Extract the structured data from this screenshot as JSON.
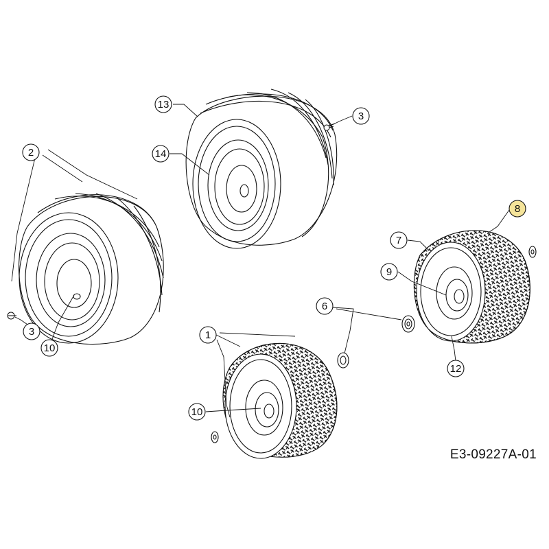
{
  "drawing_id": "E3-09227A-01",
  "highlight_color": "#f5e49a",
  "line_color": "#111111",
  "callouts": [
    {
      "key": "c13",
      "label": "13",
      "highlighted": false
    },
    {
      "key": "c3a",
      "label": "3",
      "highlighted": false
    },
    {
      "key": "c2",
      "label": "2",
      "highlighted": false
    },
    {
      "key": "c14",
      "label": "14",
      "highlighted": false
    },
    {
      "key": "c8",
      "label": "8",
      "highlighted": true
    },
    {
      "key": "c7",
      "label": "7",
      "highlighted": false
    },
    {
      "key": "c9",
      "label": "9",
      "highlighted": false
    },
    {
      "key": "c6",
      "label": "6",
      "highlighted": false
    },
    {
      "key": "c3b",
      "label": "3",
      "highlighted": false
    },
    {
      "key": "c10a",
      "label": "10",
      "highlighted": false
    },
    {
      "key": "c1",
      "label": "1",
      "highlighted": false
    },
    {
      "key": "c12",
      "label": "12",
      "highlighted": false
    },
    {
      "key": "c10b",
      "label": "10",
      "highlighted": false
    }
  ],
  "parts": [
    {
      "key": "tire-smooth-left",
      "icon": "smooth-tire-wheel-icon"
    },
    {
      "key": "tire-smooth-top",
      "icon": "smooth-tire-wheel-icon"
    },
    {
      "key": "tire-tread-right",
      "icon": "tread-tire-wheel-icon"
    },
    {
      "key": "tire-tread-bottom",
      "icon": "tread-tire-wheel-icon"
    },
    {
      "key": "washer",
      "icon": "washer-icon"
    },
    {
      "key": "bushing",
      "icon": "bushing-icon"
    },
    {
      "key": "valve-stem",
      "icon": "valve-stem-icon"
    }
  ]
}
